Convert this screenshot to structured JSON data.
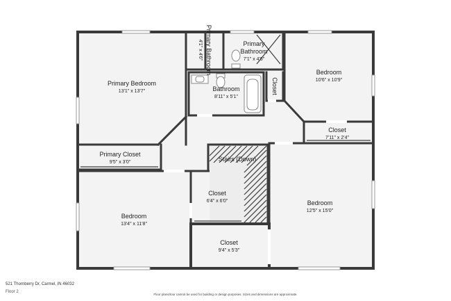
{
  "rooms": {
    "primary_bedroom": {
      "name": "Primary Bedroom",
      "dims": "13'1\" x 13'7\""
    },
    "primary_bathroom_small": {
      "name": "Primary Bathroom",
      "dims": "4'1\" x 4'6\""
    },
    "primary_bathroom": {
      "name": "Primary Bathroom",
      "dims": "7'1\" x 4'6\""
    },
    "bathroom": {
      "name": "Bathroom",
      "dims": "8'11\" x 5'1\""
    },
    "closet_vertical": {
      "name": "Closet"
    },
    "bedroom_ne": {
      "name": "Bedroom",
      "dims": "10'6\" x 10'9\""
    },
    "closet_ne": {
      "name": "Closet",
      "dims": "7'11\" x 2'4\""
    },
    "primary_closet": {
      "name": "Primary Closet",
      "dims": "9'5\" x 3'0\""
    },
    "stairs": {
      "name": "Stairs (Down)"
    },
    "closet_mid": {
      "name": "Closet",
      "dims": "6'4\" x 6'0\""
    },
    "closet_bottom": {
      "name": "Closet",
      "dims": "9'4\" x 5'3\""
    },
    "bedroom_sw": {
      "name": "Bedroom",
      "dims": "13'4\" x 11'8\""
    },
    "bedroom_se": {
      "name": "Bedroom",
      "dims": "12'5\" x 15'0\""
    }
  },
  "footer": {
    "address": "521 Thornberry Dr, Carmel, IN 46032",
    "floor": "Floor 2",
    "disclaimer": "Floor plans/tour cannot be used for building or design purposes. Sizes and dimensions are approximate."
  },
  "colors": {
    "wall": "#3a3a3a",
    "floor": "#f2f2f2",
    "room_fill": "#f7f7f7"
  }
}
